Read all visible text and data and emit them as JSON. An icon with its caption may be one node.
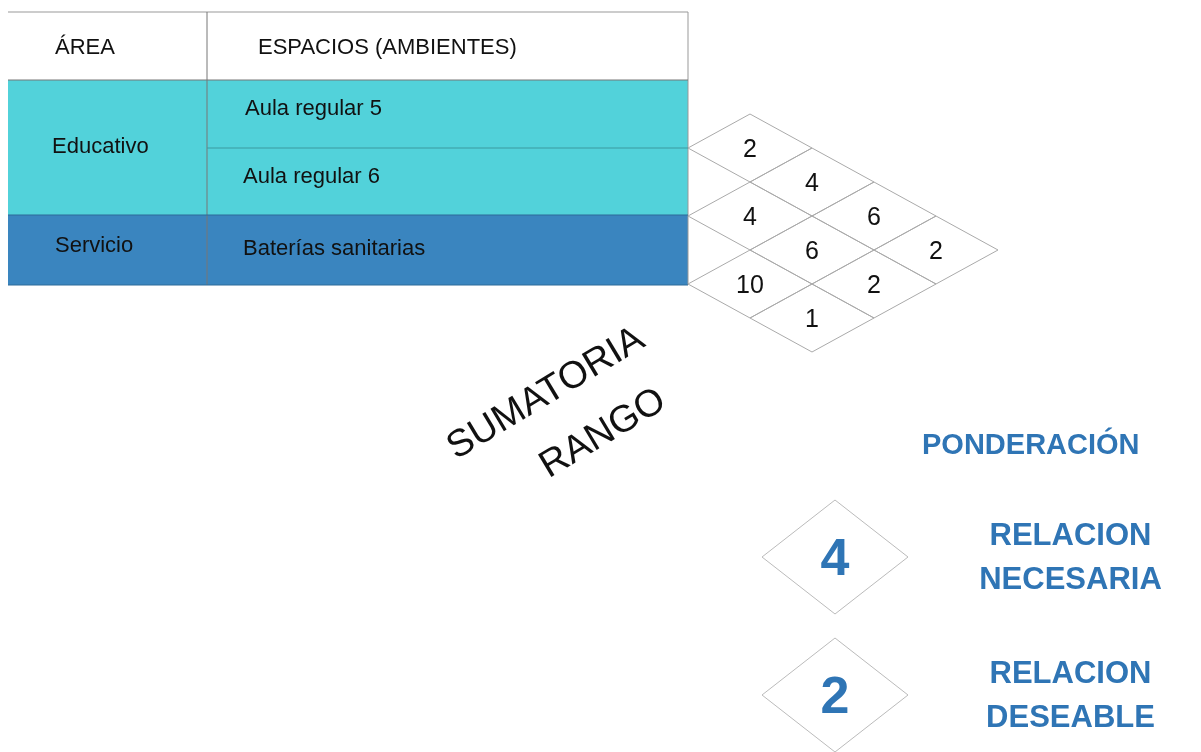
{
  "diagram": {
    "nodes": [
      {
        "text": [
          "4"
        ],
        "beside": [
          "RELACION NECESARIA"
        ]
      },
      {
        "text": [
          "2"
        ],
        "beside": [
          "RELACION DESEABLE"
        ]
      }
    ],
    "labels": [
      "ÁREA",
      "ESPACIOS (AMBIENTES)",
      "Educativo",
      "Aula regular 5",
      "Aula regular 6",
      "Servicio",
      "Baterías sanitarias",
      "2",
      "4",
      "4",
      "6",
      "6",
      "2",
      "10",
      "2",
      "1",
      "SUMATORIA",
      "RANGO",
      "PONDERACIÓN"
    ]
  }
}
